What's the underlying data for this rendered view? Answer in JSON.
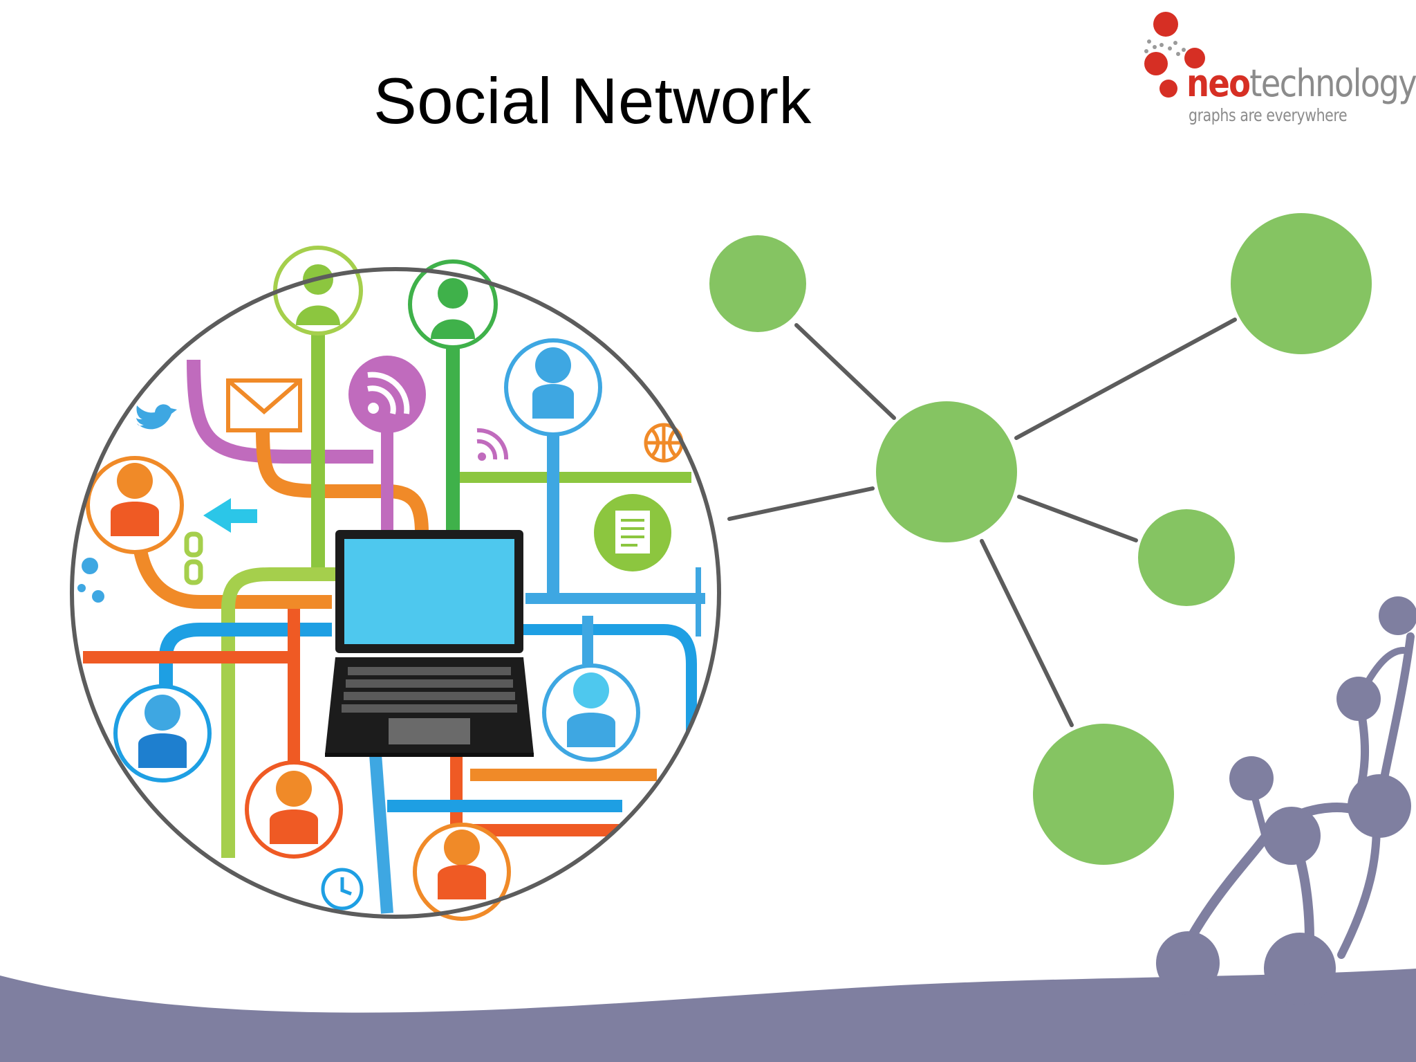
{
  "slide": {
    "title": "Social Network"
  },
  "logo": {
    "brand_prefix": "neo",
    "brand_suffix": "technology",
    "tagline": "graphs are everywhere"
  },
  "colors": {
    "graph_node": "#85c462",
    "graph_edge": "#5c5c5c",
    "footer_wave": "#7f7fa0",
    "logo_red": "#d62f24",
    "logo_gray": "#8b8b8b",
    "laptop_screen": "#4ec8ee"
  },
  "illustration": {
    "icons": [
      "twitter-bird-icon",
      "mail-icon",
      "rss-icon",
      "globe-icon",
      "document-icon",
      "arrow-left-icon",
      "chain-link-icon",
      "clock-icon",
      "user-avatar-icon",
      "laptop-icon"
    ]
  }
}
